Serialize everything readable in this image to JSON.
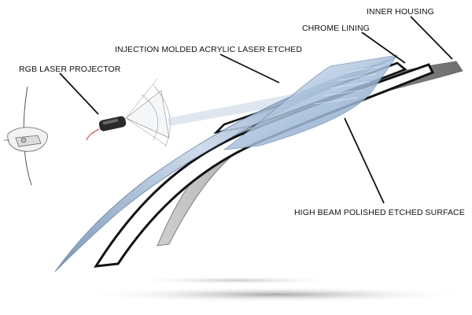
{
  "labels": {
    "inner_housing": "INNER HOUSING",
    "chrome_lining": "CHROME LINING",
    "acrylic": "INJECTION MOLDED ACRYLIC LASER ETCHED",
    "projector": "RGB LASER PROJECTOR",
    "high_beam": "HIGH BEAM POLISHED ETCHED SURFACE"
  },
  "colors": {
    "housing_gray": "#8a8a8a",
    "chrome_black": "#111111",
    "acrylic_blue": "#9fb9d6",
    "laser_red": "#d23a2a",
    "text": "#111111"
  }
}
